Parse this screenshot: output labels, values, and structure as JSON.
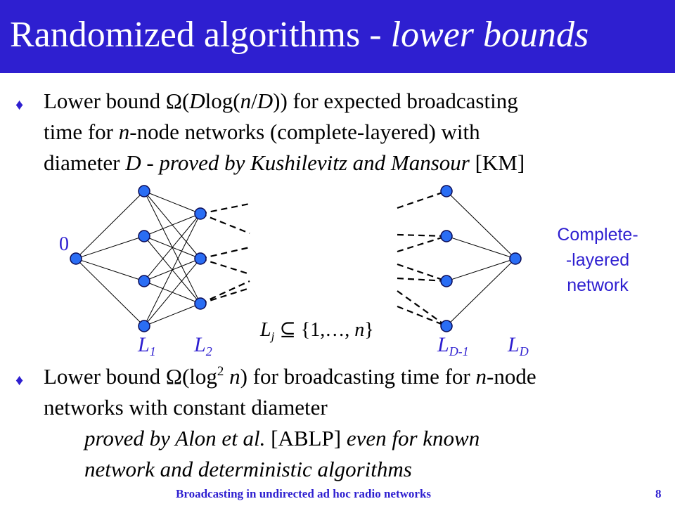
{
  "title": {
    "main": "Randomized algorithms - ",
    "italic": "lower bounds"
  },
  "bullet_glyph": "♦",
  "bullet1": {
    "line1": {
      "t1": "Lower bound ",
      "omega": "Ω(",
      "d": "D",
      "log": "log(",
      "n": "n",
      "slash": "/",
      "d2": "D",
      "close": "))",
      "t2": "  for expected broadcasting"
    },
    "line2": {
      "t1": "time for ",
      "n": "n",
      "t2": "-node networks (complete-layered)  with"
    },
    "line3": {
      "t1": "diameter ",
      "d": "D",
      "t2": "    - proved by Kushilevitz and Mansour",
      "t3": "  [KM]"
    }
  },
  "diagram": {
    "source_label": "0",
    "layer_labels": {
      "l1": {
        "base": "L",
        "sub": "1"
      },
      "l2": {
        "base": "L",
        "sub": "2"
      },
      "ld1": {
        "base": "L",
        "sub": "D-1"
      },
      "ld": {
        "base": "L",
        "sub": "D"
      }
    },
    "subset": {
      "l": "L",
      "j": "j",
      "rel": " ⊆  {1,…, ",
      "n": "n",
      "close": "}"
    },
    "caption": [
      "Complete-",
      "-layered",
      "network"
    ]
  },
  "bullet2": {
    "line1": {
      "t1": "Lower bound ",
      "omega": "Ω(log",
      "exp": "2",
      "n": " n",
      "t2": ") for broadcasting time for ",
      "n2": "n",
      "t3": "-node"
    },
    "line2": "networks with constant diameter",
    "line3": {
      "t1": "proved by Alon et al.",
      "t2": " [ABLP] ",
      "t3": " even for known"
    },
    "line4": "network and deterministic algorithms"
  },
  "footer": "Broadcasting in undirected ad hoc radio networks",
  "page_number": "8",
  "colors": {
    "accent": "#2e1fd0",
    "title_bg": "#2e1fd0",
    "node_fill": "#2a6df4"
  }
}
